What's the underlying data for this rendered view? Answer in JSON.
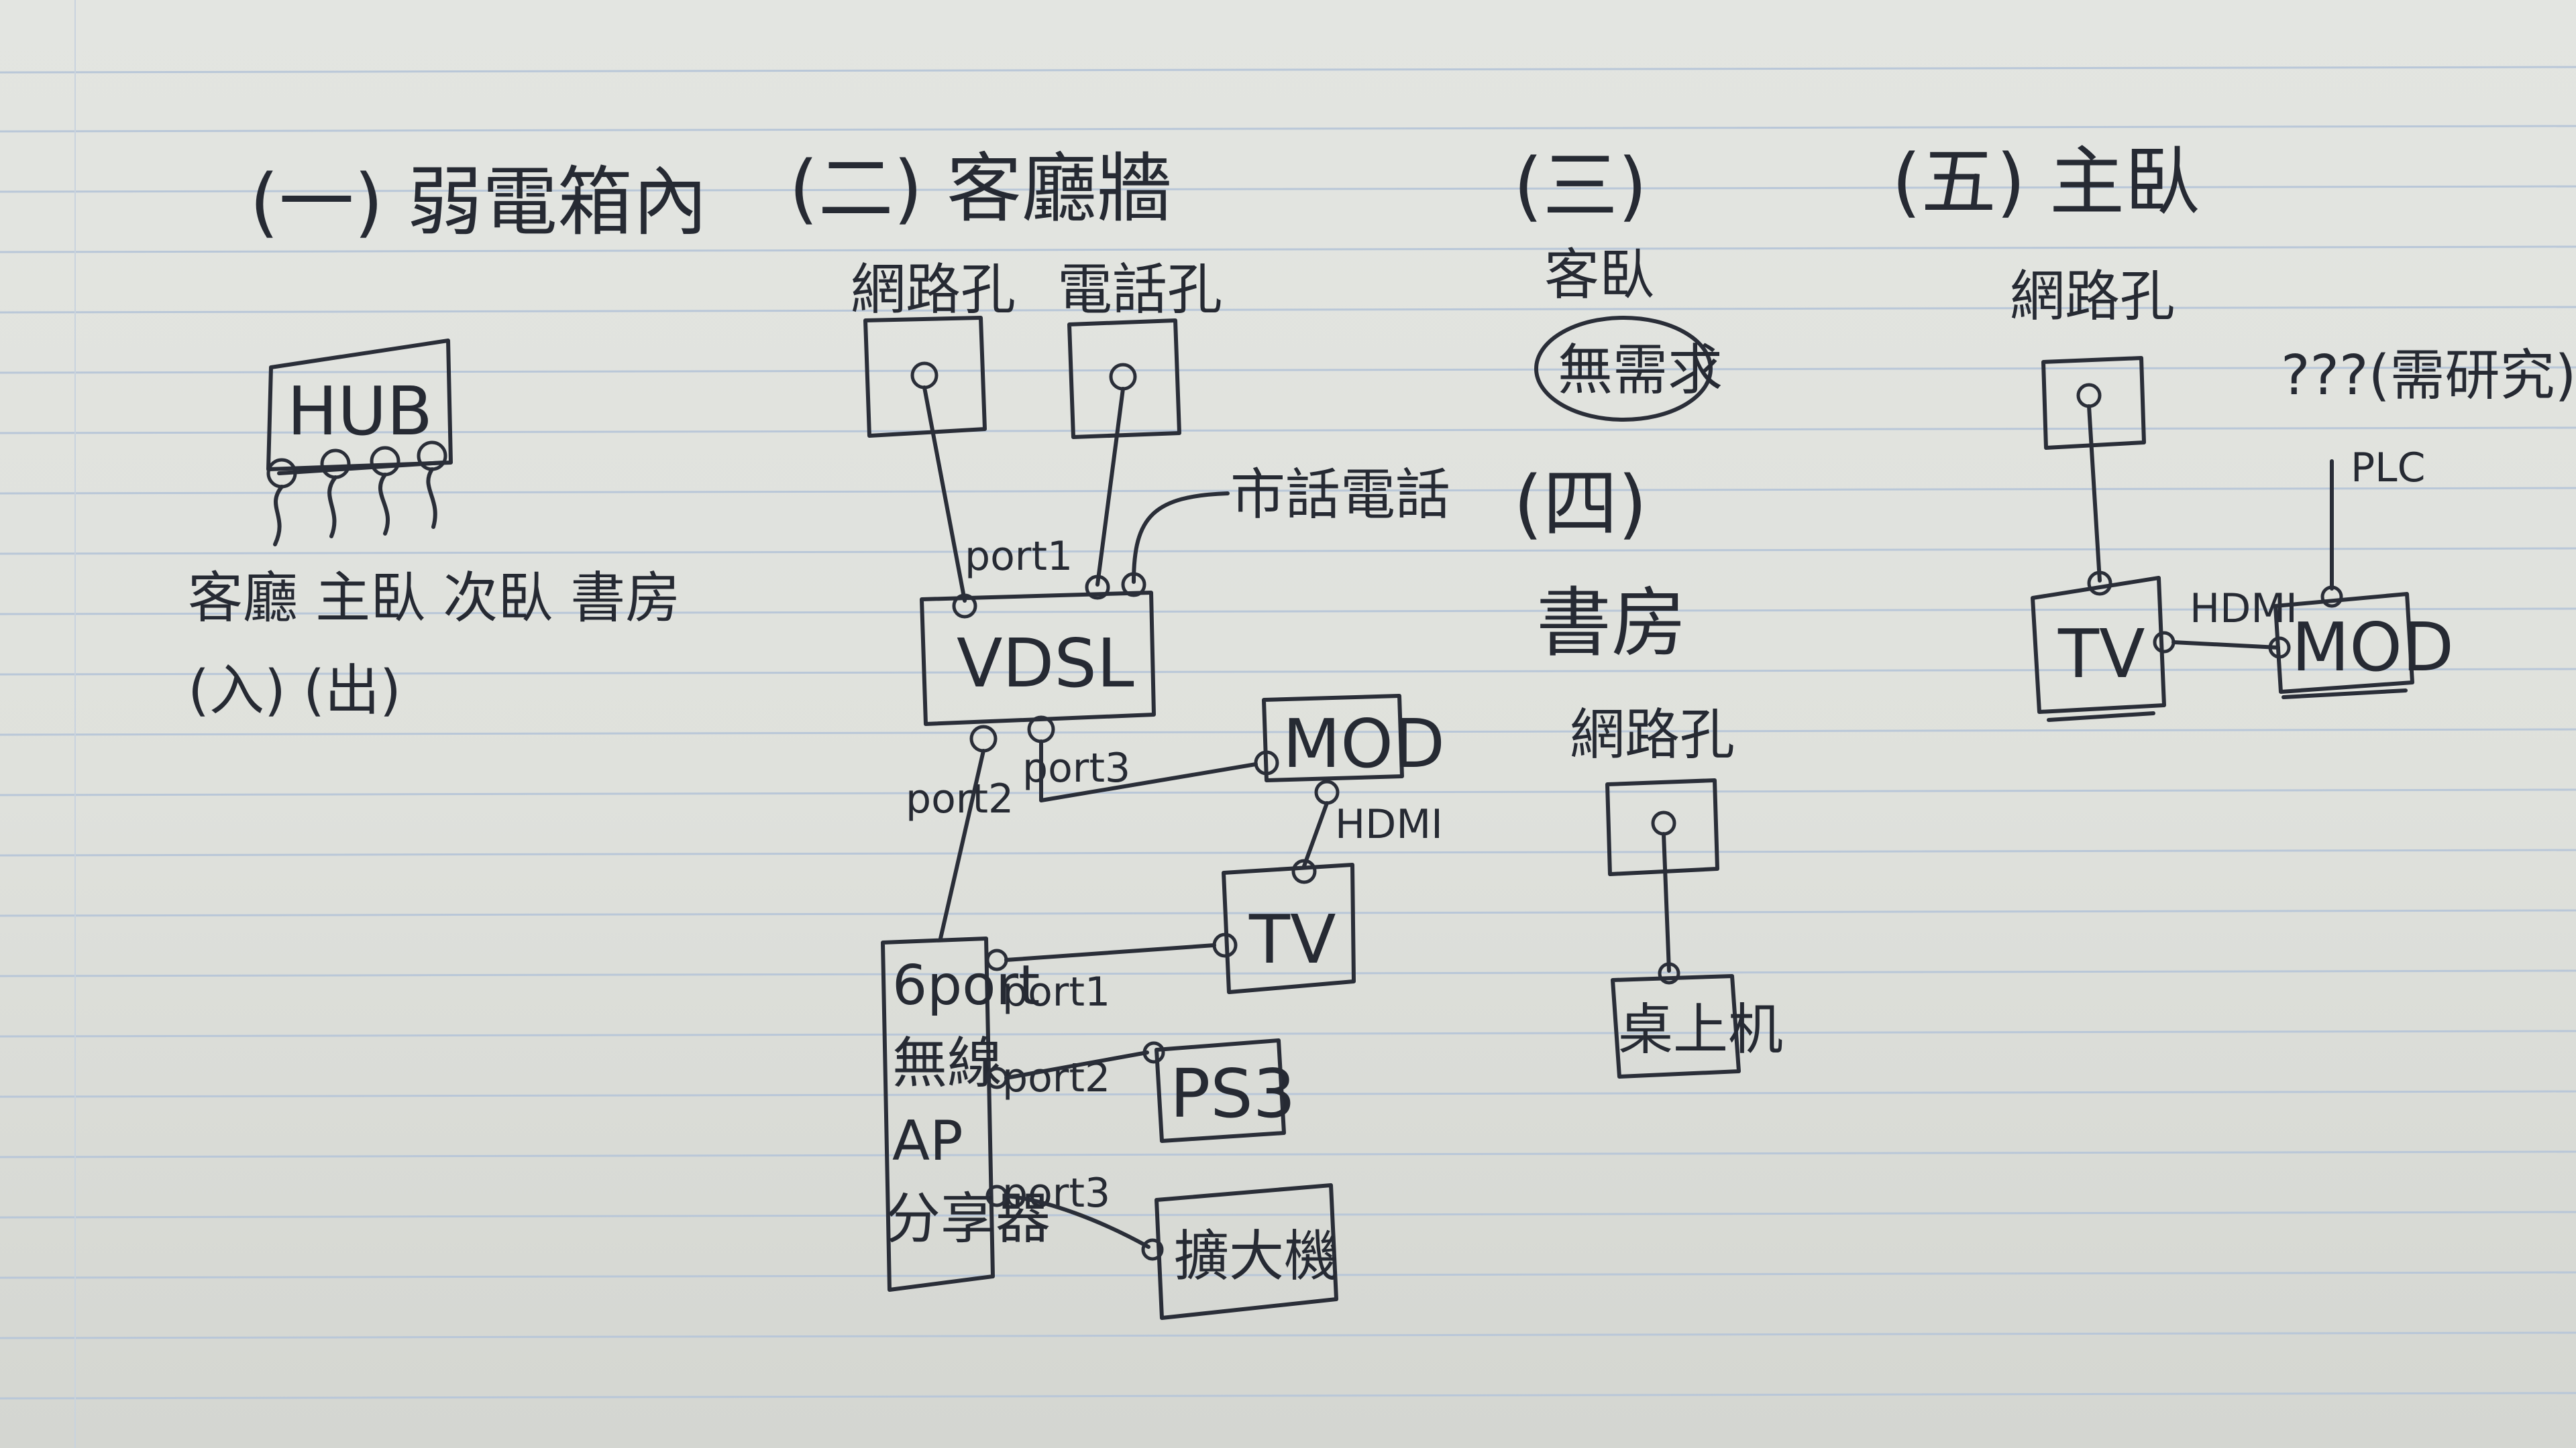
{
  "sections": {
    "s1": {
      "title": "(一) 弱電箱內",
      "hub": "HUB",
      "rooms": "客廳 主臥 次臥 書房",
      "rooms_sub": "(入) (出)"
    },
    "s2": {
      "title": "(二) 客廳牆",
      "net_jack": "網路孔",
      "phone_jack": "電話孔",
      "phone_line": "市話電話",
      "vdsl": "VDSL",
      "port1": "port1",
      "port2": "port2",
      "port3": "port3",
      "mod": "MOD",
      "hdmi": "HDMI",
      "tv": "TV",
      "ap_lines": [
        "6port",
        "無線",
        "AP",
        "分享器"
      ],
      "ap_port1": "port1",
      "ap_port2": "port2",
      "ap_port3": "port3",
      "ps3": "PS3",
      "amp": "擴大機"
    },
    "s3": {
      "title": "(三)",
      "room": "客臥",
      "note": "無需求"
    },
    "s4": {
      "title": "(四)",
      "room": "書房",
      "net_jack": "網路孔",
      "desktop": "桌上机"
    },
    "s5": {
      "title": "(五) 主臥",
      "net_jack": "網路孔",
      "question": "???(需研究)",
      "plc": "PLC",
      "hdmi": "HDMI",
      "tv": "TV",
      "mod": "MOD"
    }
  }
}
